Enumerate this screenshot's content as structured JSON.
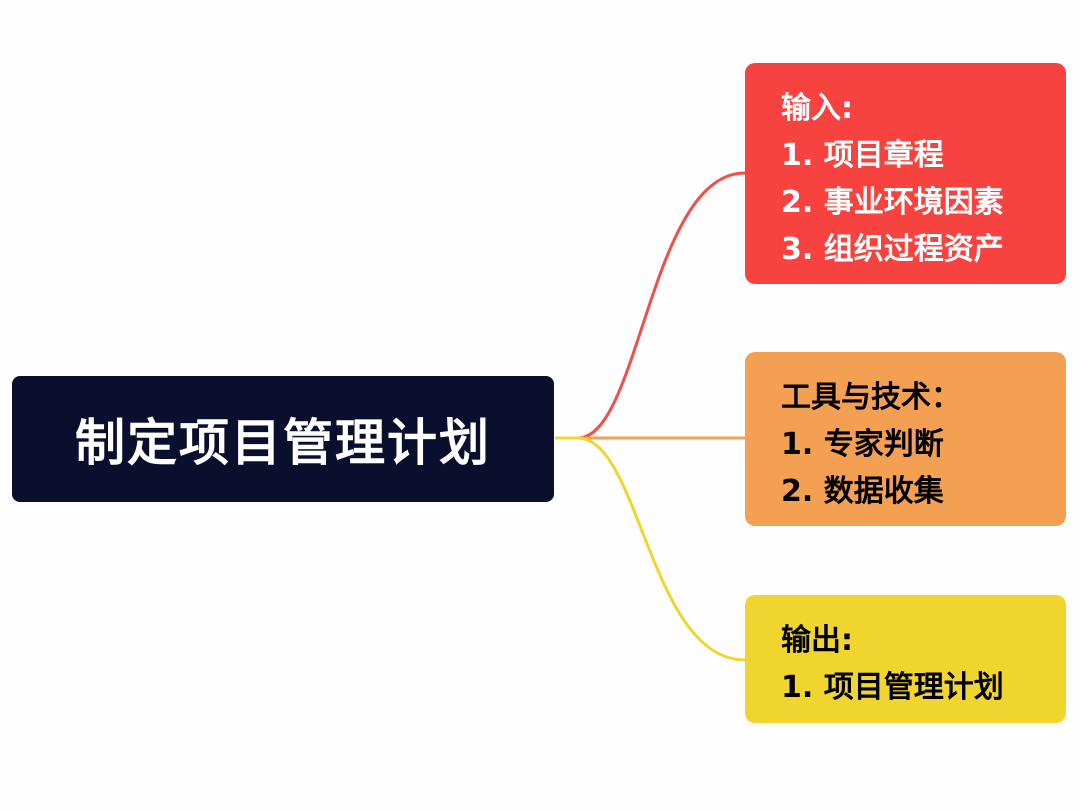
{
  "central": {
    "title": "制定项目管理计划"
  },
  "branches": [
    {
      "heading": "输入:",
      "items": [
        "1. 项目章程",
        "2. 事业环境因素",
        "3. 组织过程资产"
      ],
      "color": "#f7433f"
    },
    {
      "heading": "工具与技术：",
      "items": [
        "1. 专家判断",
        "2. 数据收集"
      ],
      "color": "#f4a052"
    },
    {
      "heading": "输出:",
      "items": [
        "1. 项目管理计划"
      ],
      "color": "#f0d52e"
    }
  ],
  "colors": {
    "central_bg": "#0b0f2e",
    "central_text": "#ffffff",
    "connector_red": "#f0504a",
    "connector_orange": "#f4a052",
    "connector_yellow": "#f0d52e"
  }
}
